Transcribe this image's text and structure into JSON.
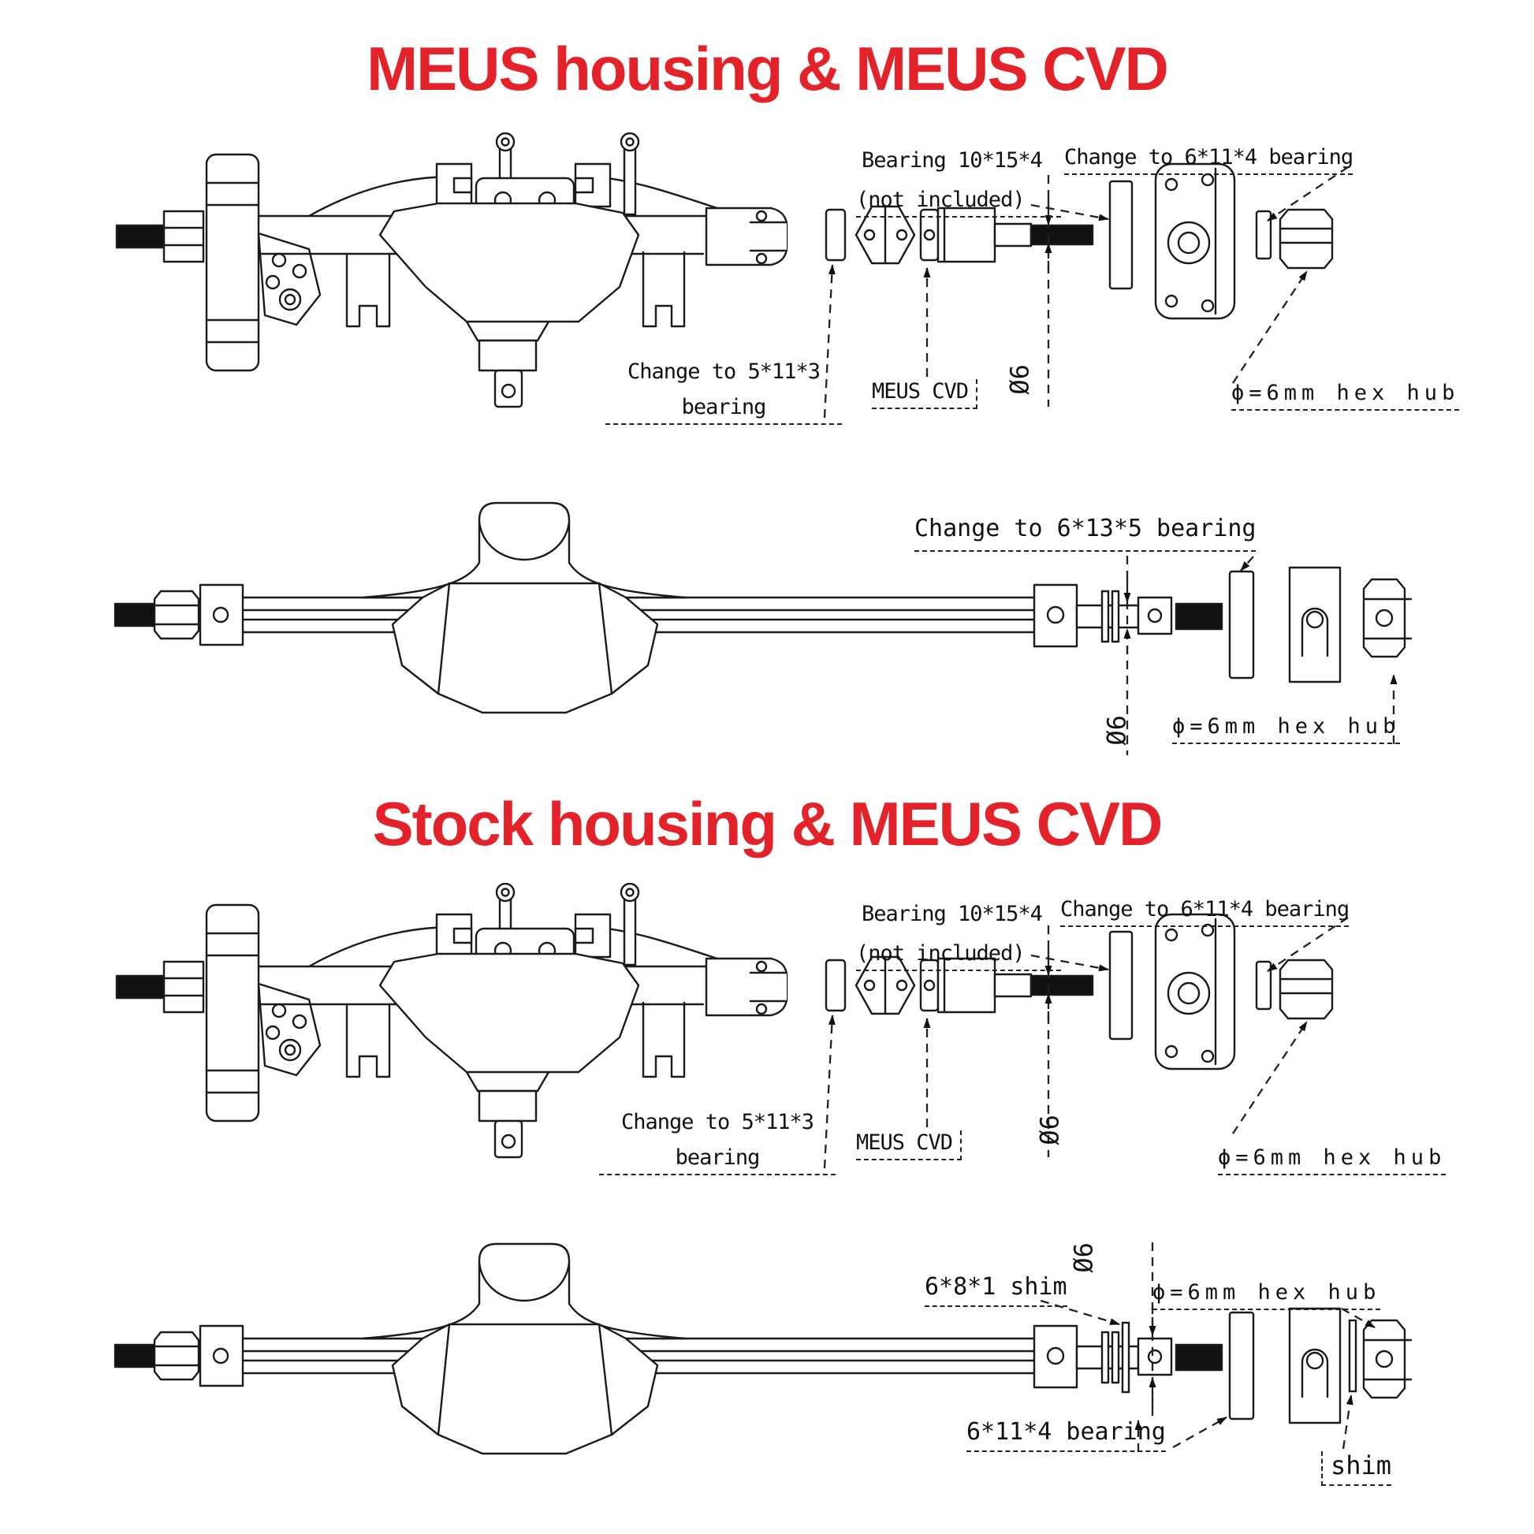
{
  "doc": {
    "background_color": "#ffffff",
    "line_color": "#1a1a1a",
    "accent_red": "#e42229",
    "drawing_type": "RC crawler axle upgrade assembly diagram"
  },
  "sections": [
    {
      "title": "MEUS housing & MEUS CVD",
      "front_axle": {
        "bearing_note_line1": "Bearing 10*15*4",
        "bearing_note_line2": "(not included)",
        "change_bearing_right": "Change to 6*11*4 bearing",
        "change_bearing_left_line1": "Change to 5*11*3",
        "change_bearing_left_line2": "bearing",
        "cvd_label": "MEUS CVD",
        "shaft_diameter": "Ø6",
        "hex_hub_label": "ϕ=6mm hex hub"
      },
      "rear_axle": {
        "change_bearing": "Change to 6*13*5 bearing",
        "shaft_diameter": "Ø6",
        "hex_hub_label": "ϕ=6mm hex hub"
      }
    },
    {
      "title": "Stock housing & MEUS CVD",
      "front_axle": {
        "bearing_note_line1": "Bearing 10*15*4",
        "bearing_note_line2": "(not included)",
        "change_bearing_right": "Change to 6*11*4 bearing",
        "change_bearing_left_line1": "Change to 5*11*3",
        "change_bearing_left_line2": "bearing",
        "cvd_label": "MEUS CVD",
        "shaft_diameter": "Ø6",
        "hex_hub_label": "ϕ=6mm hex hub"
      },
      "rear_axle": {
        "shim_front_label": "6*8*1 shim",
        "shaft_diameter": "Ø6",
        "hex_hub_label": "ϕ=6mm hex hub",
        "bearing_label": "6*11*4 bearing",
        "shim_rear_label": "shim"
      }
    }
  ]
}
